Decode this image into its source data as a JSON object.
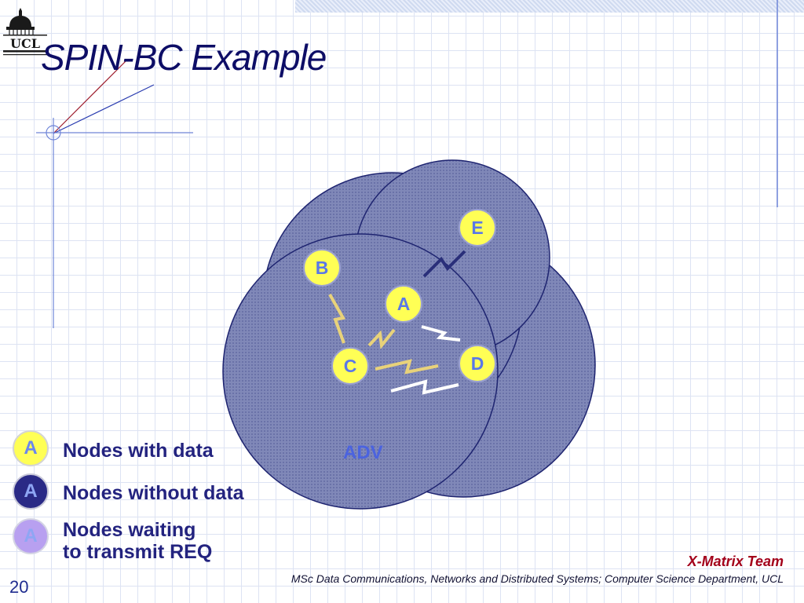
{
  "slide": {
    "title": "SPIN-BC Example",
    "slide_number": "20",
    "logo_text": "UCL",
    "team": "X-Matrix Team",
    "course": "MSc Data Communications, Networks and Distributed Systems; Computer Science Department, UCL"
  },
  "diagram": {
    "nodes": [
      {
        "label": "E",
        "state": "with-data"
      },
      {
        "label": "B",
        "state": "with-data"
      },
      {
        "label": "A",
        "state": "with-data"
      },
      {
        "label": "C",
        "state": "with-data"
      },
      {
        "label": "D",
        "state": "with-data"
      }
    ],
    "message_label": "ADV"
  },
  "legend": [
    {
      "badge": "A",
      "label": "Nodes with data",
      "color": "#ffff55"
    },
    {
      "badge": "A",
      "label": "Nodes without data",
      "color": "#2a2a86"
    },
    {
      "badge": "A",
      "label_line1": "Nodes waiting",
      "label_line2": "to transmit REQ",
      "color": "#b8a0f0"
    }
  ],
  "colors": {
    "title": "#0d0d66",
    "region_fill": "#7e86b8",
    "node_with_data": "#ffff55",
    "link_yellow": "#e8d27a",
    "link_dark": "#2a2f7a",
    "link_white": "#ffffff"
  }
}
